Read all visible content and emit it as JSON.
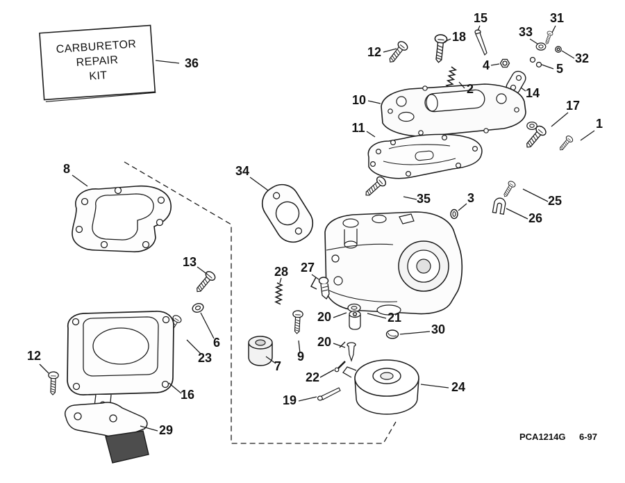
{
  "kit": {
    "line1": "CARBURETOR",
    "line2": "REPAIR",
    "line3": "KIT"
  },
  "footer": {
    "code": "PCA1214G",
    "date": "6-97"
  },
  "callouts": {
    "n1": "1",
    "n2": "2",
    "n3": "3",
    "n4": "4",
    "n5": "5",
    "n6": "6",
    "n7": "7",
    "n8": "8",
    "n9": "9",
    "n10": "10",
    "n11": "11",
    "n12a": "12",
    "n12b": "12",
    "n13": "13",
    "n14": "14",
    "n15": "15",
    "n16": "16",
    "n17": "17",
    "n18": "18",
    "n19": "19",
    "n20a": "20",
    "n20b": "20",
    "n21": "21",
    "n22": "22",
    "n23": "23",
    "n24": "24",
    "n25": "25",
    "n26": "26",
    "n27": "27",
    "n28": "28",
    "n29": "29",
    "n30": "30",
    "n31": "31",
    "n32": "32",
    "n33": "33",
    "n34": "34",
    "n35": "35",
    "n36": "36"
  }
}
